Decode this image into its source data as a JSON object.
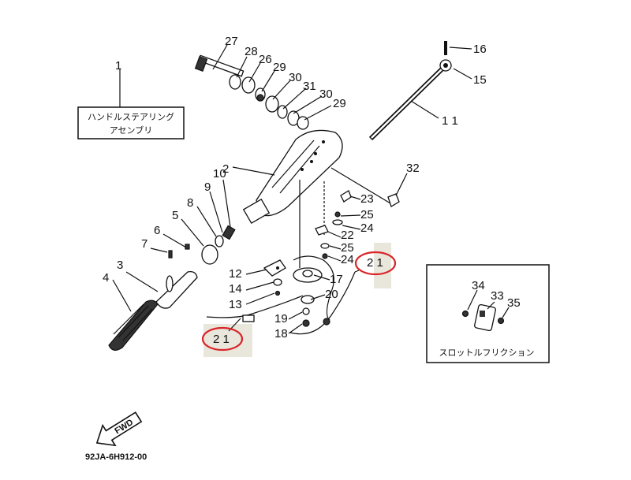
{
  "assembly_label": {
    "line1": "ハンドルステアリング",
    "line2": "アセンブリ"
  },
  "friction_label": "スロットルフリクション",
  "fwd_label": "FWD",
  "diagram_code": "92JA-6H912-00",
  "callouts": {
    "p1": "1",
    "p2": "2",
    "p3": "3",
    "p4": "4",
    "p5": "5",
    "p6": "6",
    "p7": "7",
    "p8": "8",
    "p9": "9",
    "p10": "10",
    "p11": "1 1",
    "p12": "12",
    "p13": "13",
    "p14": "14",
    "p15": "15",
    "p16": "16",
    "p17": "17",
    "p18": "18",
    "p19": "19",
    "p20": "20",
    "p21a": "2 1",
    "p21b": "2 1",
    "p22": "22",
    "p23": "23",
    "p24a": "24",
    "p24b": "24",
    "p25a": "25",
    "p25b": "25",
    "p26": "26",
    "p27": "27",
    "p28": "28",
    "p29a": "29",
    "p29b": "29",
    "p30a": "30",
    "p30b": "30",
    "p31": "31",
    "p32": "32",
    "p33": "33",
    "p34": "34",
    "p35": "35"
  },
  "colors": {
    "highlight_ring": "#d9262a",
    "highlight_box": "#e9e6dc",
    "line": "#111111"
  }
}
